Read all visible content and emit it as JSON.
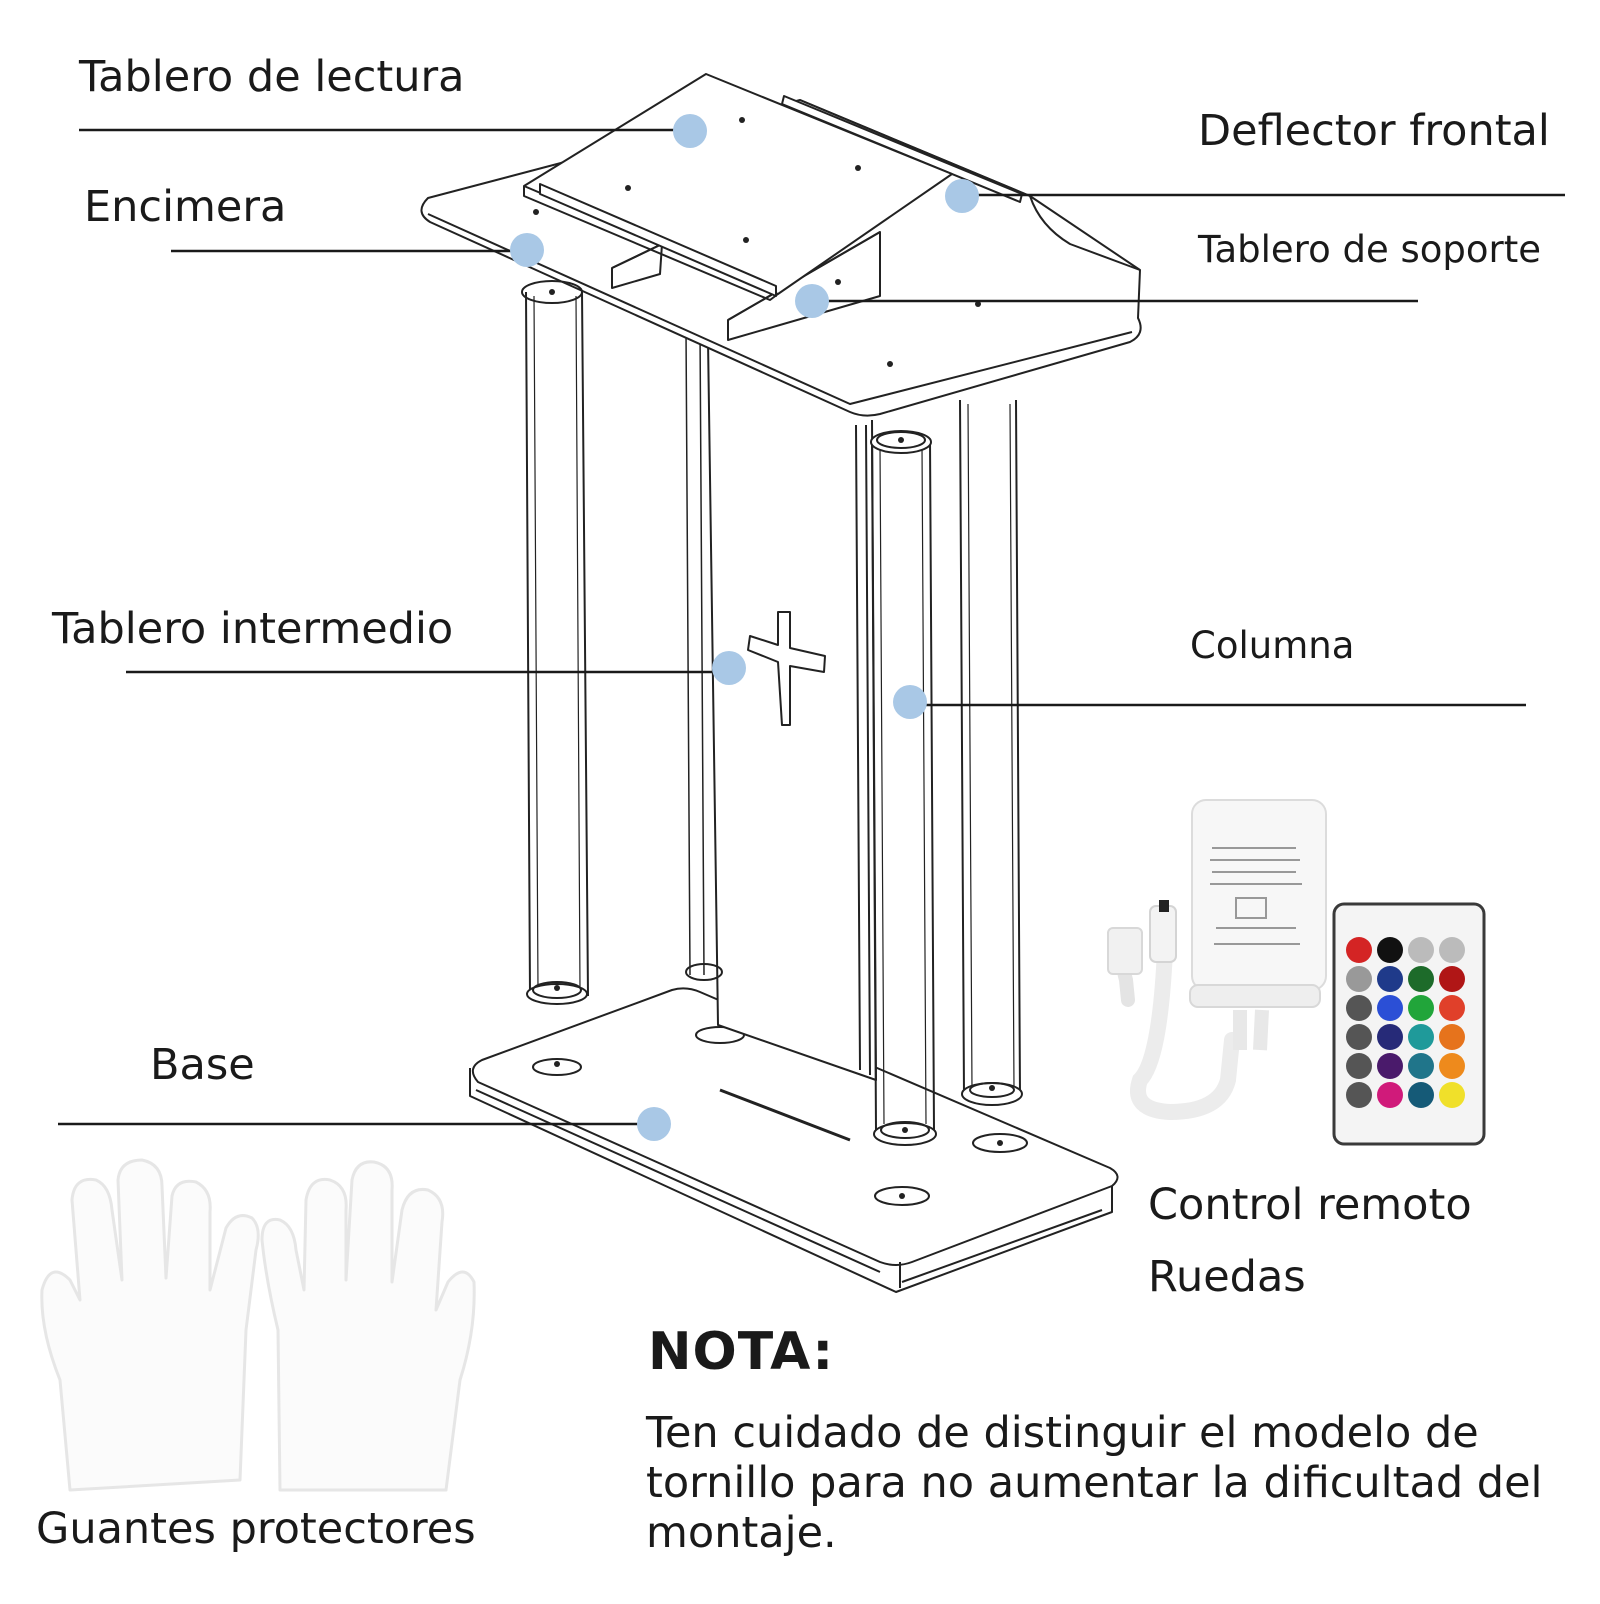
{
  "labels": {
    "reading_board": "Tablero de lectura",
    "countertop": "Encimera",
    "front_deflector": "Deflector frontal",
    "support_board": "Tablero de soporte",
    "middle_board": "Tablero intermedio",
    "column": "Columna",
    "base": "Base",
    "remote_control": "Control remoto",
    "wheels": "Ruedas",
    "protective_gloves": "Guantes protectores"
  },
  "note": {
    "title": "NOTA:",
    "body": "Ten cuidado de distinguir el modelo de tornillo para no aumentar la dificultad del montaje."
  },
  "colors": {
    "marker": "#a9c8e6",
    "line": "#1a1a1a"
  },
  "icons": {
    "cross": "cross-icon",
    "remote": "remote-control-icon",
    "controller": "led-controller-icon",
    "gloves": "gloves-icon"
  }
}
